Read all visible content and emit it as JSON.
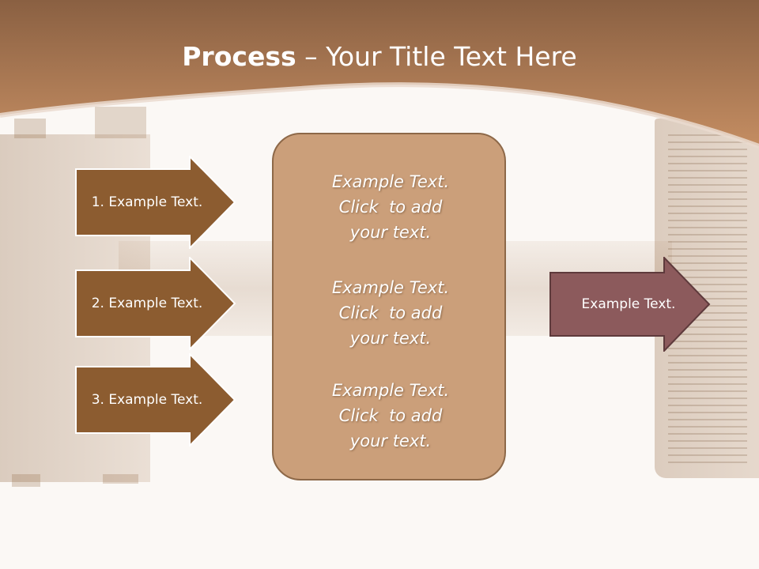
{
  "title": {
    "bold": "Process",
    "rest": " – Your Title Text Here"
  },
  "inputs": [
    {
      "label": "1. Example Text."
    },
    {
      "label": "2. Example Text."
    },
    {
      "label": "3. Example Text."
    }
  ],
  "center": {
    "paragraphs": [
      {
        "line1": "Example Text.",
        "line2": "Click  to add",
        "line3": "your text."
      },
      {
        "line1": "Example Text.",
        "line2": "Click  to add",
        "line3": "your text."
      },
      {
        "line1": "Example Text.",
        "line2": "Click  to add",
        "line3": "your text."
      }
    ]
  },
  "output": {
    "label": "Example Text."
  },
  "colors": {
    "header_top": "#8a6042",
    "header_bottom": "#c48d62",
    "input_arrow": "#8c5c30",
    "center_box": "#cb9f7a",
    "output_arrow": "#8c5a5c"
  }
}
